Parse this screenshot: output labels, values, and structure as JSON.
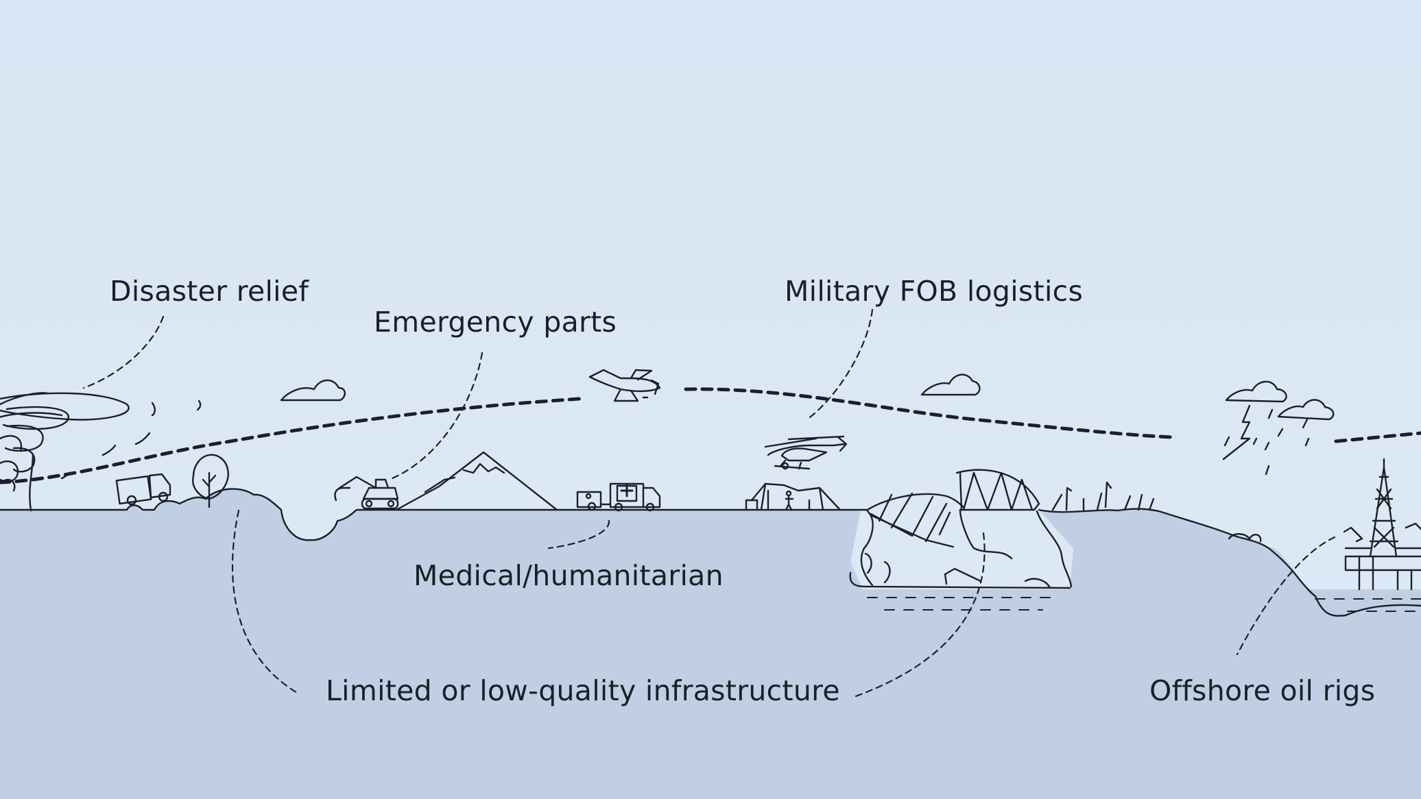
{
  "labels": {
    "disaster_relief": "Disaster relief",
    "emergency_parts": "Emergency parts",
    "military_fob": "Military FOB logistics",
    "medical": "Medical/humanitarian",
    "infrastructure": "Limited or low-quality infrastructure",
    "offshore": "Offshore oil rigs"
  },
  "colors": {
    "sky": "#dbe6f4",
    "ground": "#c0cfe4",
    "ink": "#1c1f26"
  },
  "icons": [
    "tornado-icon",
    "truck-icon",
    "tree-icon",
    "excavator-icon",
    "mountain-icon",
    "ambulance-icon",
    "drone-plane-icon",
    "helicopter-icon",
    "tents-icon",
    "broken-bridge-icon",
    "cloud-icon",
    "storm-cloud-icon",
    "oil-rig-icon"
  ]
}
